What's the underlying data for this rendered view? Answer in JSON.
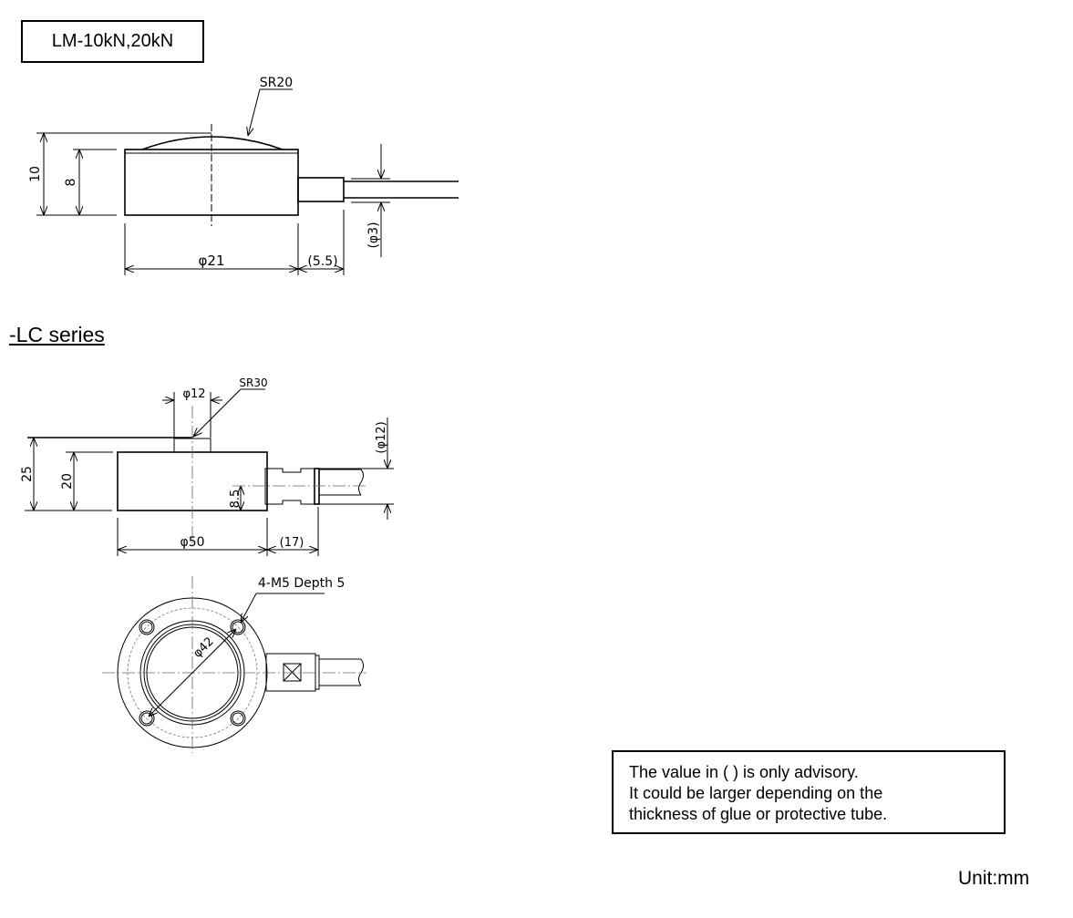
{
  "header": {
    "model_title": "LM-10kN,20kN"
  },
  "lm_drawing": {
    "sphere_radius": "SR20",
    "height_total": "10",
    "height_body": "8",
    "diameter": "φ21",
    "cable_length": "(5.5)",
    "cable_diameter": "(φ3)"
  },
  "lc_section": {
    "title": "-LC series"
  },
  "lc_side_drawing": {
    "sphere_radius": "SR30",
    "button_diameter": "φ12",
    "height_total": "25",
    "height_body": "20",
    "cable_height": "8.5",
    "diameter": "φ50",
    "connector_length": "(17)",
    "connector_diameter": "(φ12)"
  },
  "lc_top_drawing": {
    "hole_note": "4-M5 Depth 5",
    "bolt_circle": "φ42"
  },
  "note": {
    "lines": [
      "The value in ( ) is only advisory.",
      "It could be larger depending on the",
      "thickness of glue or protective tube."
    ]
  },
  "unit": "Unit:mm"
}
